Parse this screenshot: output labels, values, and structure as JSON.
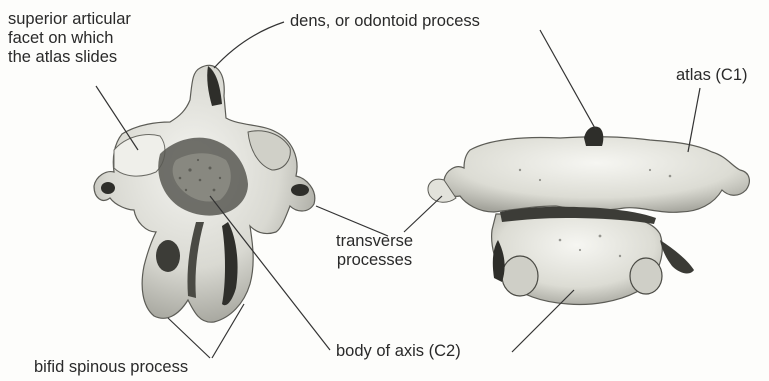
{
  "labels": {
    "superior_facet": [
      "superior articular",
      "facet on which",
      "the atlas slides"
    ],
    "dens": "dens, or odontoid process",
    "atlas": "atlas (C1)",
    "transverse": [
      "transverse",
      "processes"
    ],
    "body": "body of axis (C2)",
    "bifid": "bifid spinous process"
  },
  "colors": {
    "bone_light": "#e6e6e0",
    "bone_mid": "#bdbdb5",
    "bone_dark": "#3a3a36",
    "leader": "#333333",
    "text": "#2a2a2a"
  }
}
